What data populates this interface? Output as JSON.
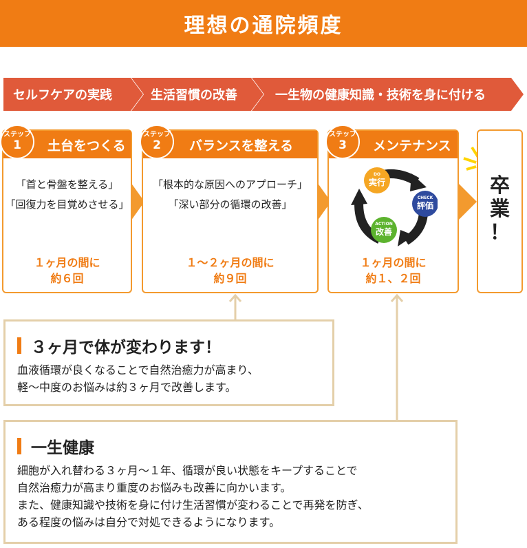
{
  "title": "理想の通院頻度",
  "phases": [
    "セルフケアの実践",
    "生活習慣の改善",
    "一生物の健康知識・技術を身に付ける"
  ],
  "steps": [
    {
      "badge_label": "ステップ",
      "number": "1",
      "title": "土台をつくる",
      "lines": [
        "「首と骨盤を整える」",
        "「回復力を目覚めさせる」"
      ],
      "freq_line1": "１ヶ月の間に",
      "freq_line2": "約６回"
    },
    {
      "badge_label": "ステップ",
      "number": "2",
      "title": "バランスを整える",
      "lines": [
        "「根本的な原因へのアプローチ」",
        "「深い部分の循環の改善」"
      ],
      "freq_line1": "１～２ヶ月の間に",
      "freq_line2": "約９回"
    },
    {
      "badge_label": "ステップ",
      "number": "3",
      "title": "メンテナンス",
      "cycle": {
        "do_en": "DO",
        "do_jp": "実行",
        "check_en": "CHECK",
        "check_jp": "評価",
        "action_en": "ACTION",
        "action_jp": "改善"
      },
      "freq_line1": "１ヶ月の間に",
      "freq_line2": "約１、２回"
    }
  ],
  "graduation": [
    "卒",
    "業",
    "！"
  ],
  "info1": {
    "heading": "３ヶ月で体が変わります！",
    "lines": [
      "血液循環が良くなることで自然治癒力が高まり、",
      "軽～中度のお悩みは約３ヶ月で改善します。"
    ]
  },
  "info2": {
    "heading": "一生健康",
    "lines": [
      "細胞が入れ替わる３ヶ月～１年、循環が良い状態をキープすることで",
      "自然治癒力が高まり重度のお悩みも改善に向かいます。",
      "また、健康知識や技術を身に付け生活習慣が変わることで再発を防ぎ、",
      "ある程度の悩みは自分で対処できるようになります。"
    ]
  },
  "colors": {
    "orange": "#f07c14",
    "phase_red": "#e05a3a",
    "box_border": "#f39a2e",
    "info_border": "#e4cfa9",
    "do_circle": "#f5a623",
    "check_circle": "#2e4a9e",
    "action_circle": "#5cb32e"
  }
}
